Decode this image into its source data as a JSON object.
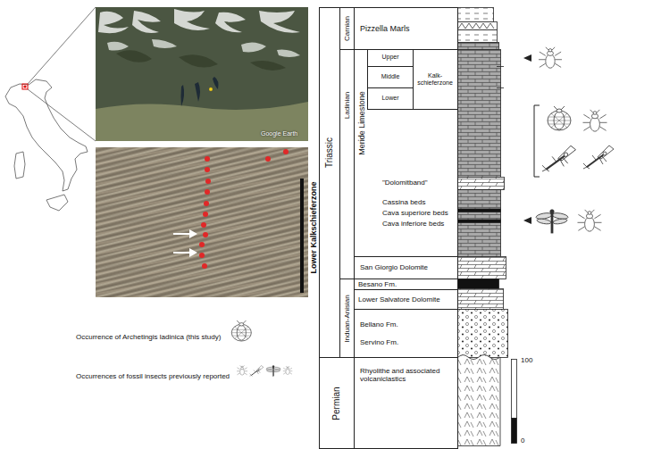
{
  "diagram": {
    "nodes": [
      {
        "text": [
          "Triassic"
        ]
      },
      {
        "text": [
          "Carnian"
        ]
      },
      {
        "text": [
          "Pizzella Marls"
        ]
      },
      {
        "text": [
          "Ladinian"
        ]
      },
      {
        "text": [
          "Meride Limestone"
        ]
      },
      {
        "text": [
          "Kalk- schieferzone"
        ],
        "in": 4
      },
      {
        "text": [
          "Upper"
        ],
        "in": 5
      },
      {
        "text": [
          "Middle"
        ],
        "in": 5
      },
      {
        "text": [
          "Lower"
        ],
        "in": 5
      },
      {
        "text": [
          "San Giorgio Dolomite"
        ]
      },
      {
        "text": [
          "Induan-Anisian"
        ]
      },
      {
        "text": [
          "Besano Fm."
        ]
      },
      {
        "text": [
          "Lower Salvatore Dolomite"
        ]
      },
      {
        "text": [
          "Bellano Fm.",
          "Servino Fm."
        ]
      },
      {
        "text": [
          "Permian"
        ]
      },
      {
        "text": [
          "Rhyolithe and associated volcaniclastics"
        ]
      }
    ],
    "labels": [
      "Google Earth",
      "Lower Kalkschieferzone",
      "\"Dolomitband\"",
      "Cassina beds",
      "Cava superiore beds",
      "Cava inferiore beds",
      "100",
      "0"
    ],
    "legend": [
      {
        "text": "Occurrence of Archetingis ladinica (this study)"
      },
      {
        "text": "Occurrences of fossil insects previously reported"
      }
    ]
  }
}
